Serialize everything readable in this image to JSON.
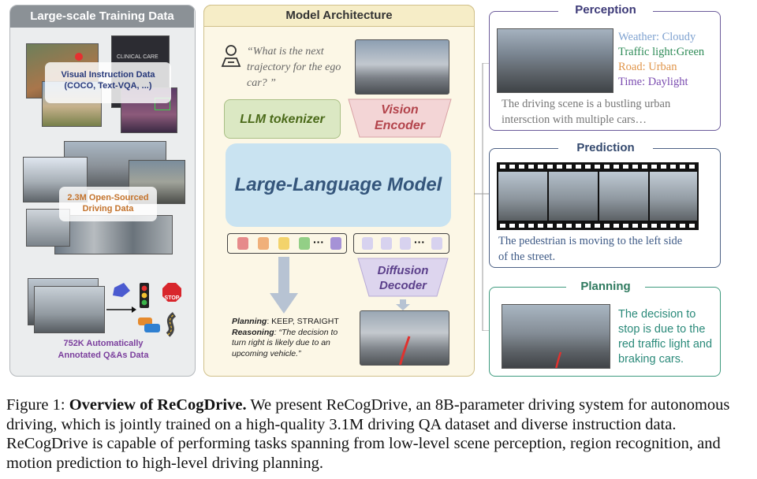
{
  "left_panel": {
    "title": "Large-scale Training Data",
    "visual_instruction": {
      "line1": "Visual Instruction Data",
      "line2": "(COCO, Text-VQA, ...)"
    },
    "open_sourced": {
      "line1": "2.3M Open-Sourced",
      "line2": "Driving Data"
    },
    "annotated_qa": {
      "line1": "752K Automatically",
      "line2": "Annotated Q&As Data"
    },
    "stop_sign": "STOP",
    "poster_text": "CLINICAL CARE"
  },
  "middle_panel": {
    "title": "Model Architecture",
    "question": "“What is the next trajectory for the ego car? ”",
    "llm_tokenizer": "LLM tokenizer",
    "vision_encoder": {
      "line1": "Vision",
      "line2": "Encoder"
    },
    "llm": "Large-Language Model",
    "diffusion_decoder": {
      "line1": "Diffusion",
      "line2": "Decoder"
    },
    "token_ellipsis": "···",
    "planning_label": "Planning",
    "planning_value": ": KEEP, STRAIGHT",
    "reasoning_label": "Reasoning",
    "reasoning_value": ": “The decision to turn right is likely due to an upcoming vehicle.”"
  },
  "perception": {
    "title": "Perception",
    "weather": "Weather: Cloudy",
    "traffic_light": "Traffic light:Green",
    "road": "Road: Urban",
    "time": "Time: Daylight",
    "description": "The driving scene is a bustling urban intersction with multiple cars…",
    "colors": {
      "weather": "#7fa2d0",
      "traffic": "#2e8b57",
      "road": "#e0954a",
      "time": "#7a4bb0"
    }
  },
  "prediction": {
    "title": "Prediction",
    "description": "The pedestrian is moving to the left side of the street."
  },
  "planning": {
    "title": "Planning",
    "description": "The decision to stop is due to the red traffic light and braking cars."
  },
  "caption": {
    "label": "Figure 1: ",
    "bold": "Overview of ReCogDrive.",
    "text": " We present ReCogDrive, an 8B-parameter driving system for autonomous driving, which is jointly trained on a high-quality 3.1M driving QA dataset and diverse instruction data. ReCogDrive is capable of performing tasks spanning from low-level scene perception, region recognition, and motion prediction to high-level driving planning."
  }
}
